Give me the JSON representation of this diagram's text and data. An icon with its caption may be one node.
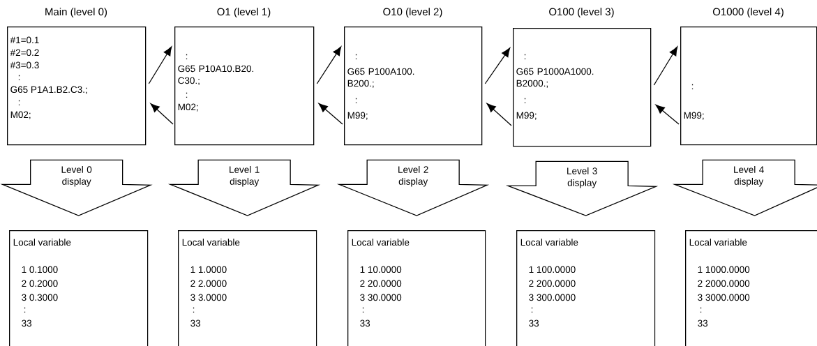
{
  "diagram": {
    "nodes": [
      {
        "text": [
          "Main (level 0)",
          "#1=0.1",
          "#2=0.2",
          "#3=0.3",
          ":",
          "G65 P1A1.B2.C3.;",
          ":",
          "M02;"
        ]
      },
      {
        "text": [
          "O1 (level 1)",
          ":",
          "G65 P10A10.B20. C30.;",
          ":",
          "M02;"
        ]
      },
      {
        "text": [
          "O10 (level 2)",
          ":",
          "G65 P100A100. B200.;",
          ":",
          "M99;"
        ]
      },
      {
        "text": [
          "O100 (level 3)",
          ":",
          "G65 P1000A1000. B2000.;",
          ":",
          "M99;"
        ]
      },
      {
        "text": [
          "O1000 (level 4)",
          ":",
          "M99;"
        ]
      },
      {
        "text": [
          "Local variable",
          "1 0.1000",
          "2 0.2000",
          "3 0.3000",
          ":",
          "33"
        ]
      },
      {
        "text": [
          "Local variable",
          "1 1.0000",
          "2 2.0000",
          "3 3.0000",
          ":",
          "33"
        ]
      },
      {
        "text": [
          "Local variable",
          "1 10.0000",
          "2 20.0000",
          "3 30.0000",
          ":",
          "33"
        ]
      },
      {
        "text": [
          "Local variable",
          "1 100.0000",
          "2 200.0000",
          "3 300.0000",
          ":",
          "33"
        ]
      },
      {
        "text": [
          "Local variable",
          "1 1000.0000",
          "2 2000.0000",
          "3 3000.0000",
          ":",
          "33"
        ]
      }
    ],
    "edges": [
      {
        "from": 0,
        "to": 1,
        "arrow": "to"
      },
      {
        "from": 1,
        "to": 0,
        "arrow": "to"
      },
      {
        "from": 1,
        "to": 2,
        "arrow": "to"
      },
      {
        "from": 2,
        "to": 1,
        "arrow": "to"
      },
      {
        "from": 2,
        "to": 3,
        "arrow": "to"
      },
      {
        "from": 3,
        "to": 2,
        "arrow": "to"
      },
      {
        "from": 3,
        "to": 4,
        "arrow": "to"
      },
      {
        "from": 4,
        "to": 3,
        "arrow": "to"
      },
      {
        "from": 0,
        "to": 5,
        "arrow": "to",
        "label": "Level 0 display"
      },
      {
        "from": 1,
        "to": 6,
        "arrow": "to",
        "label": "Level 1 display"
      },
      {
        "from": 2,
        "to": 7,
        "arrow": "to",
        "label": "Level 2 display"
      },
      {
        "from": 3,
        "to": 8,
        "arrow": "to",
        "label": "Level 3 display"
      },
      {
        "from": 4,
        "to": 9,
        "arrow": "to",
        "label": "Level 4 display"
      }
    ]
  }
}
